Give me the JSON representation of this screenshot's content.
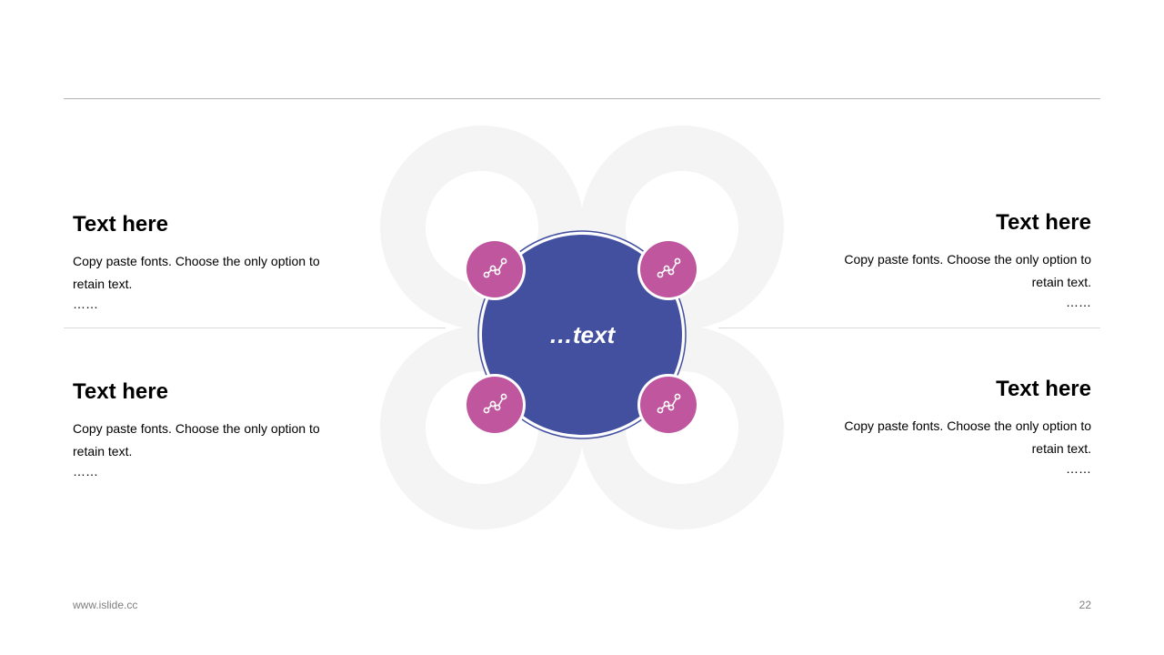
{
  "blocks": [
    {
      "title": "Text here",
      "body": "Copy paste fonts. Choose the only option to retain text.",
      "ellipsis": "……"
    },
    {
      "title": "Text here",
      "body": "Copy paste fonts. Choose the only option to retain text.",
      "ellipsis": "……"
    },
    {
      "title": "Text here",
      "body": "Copy paste fonts. Choose the only option to retain text.",
      "ellipsis": "……"
    },
    {
      "title": "Text here",
      "body": "Copy paste fonts. Choose the only option to retain text.",
      "ellipsis": "……"
    }
  ],
  "center": {
    "label": "…text"
  },
  "footer": {
    "url": "www.islide.cc",
    "page": "22"
  },
  "colors": {
    "center_circle": "#4350a0",
    "icon_circle": "#c0569e",
    "petal": "#f5f5f5",
    "rule": "#b3b3b3"
  },
  "icons": [
    "chart-line-icon",
    "chart-line-icon",
    "chart-line-icon",
    "chart-line-icon"
  ]
}
